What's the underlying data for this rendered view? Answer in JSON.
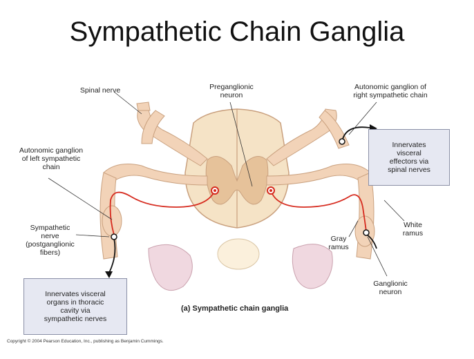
{
  "title": "Sympathetic Chain Ganglia",
  "labels": {
    "spinal_nerve": "Spinal nerve",
    "preganglionic_neuron": "Preganglionic\nneuron",
    "autonomic_ganglion_right": "Autonomic ganglion of\nright sympathetic chain",
    "autonomic_ganglion_left": "Autonomic ganglion\nof left sympathetic\nchain",
    "sympathetic_nerve": "Sympathetic\nnerve\n(postganglionic\nfibers)",
    "gray_ramus": "Gray\nramus",
    "white_ramus": "White\nramus",
    "ganglionic_neuron": "Ganglionic\nneuron"
  },
  "boxes": {
    "right_box": "Innervates\nvisceral\neffectors via\nspinal nerves",
    "left_box": "Innervates visceral\norgans in thoracic\ncavity via\nsympathetic nerves"
  },
  "caption": "(a) Sympathetic chain ganglia",
  "copyright": "Copyright © 2004 Pearson Education, Inc., publishing as Benjamin Cummings.",
  "colors": {
    "nerve": "#f2d3b8",
    "nerve_outline": "#c9a07e",
    "cord_gray": "#e6c29a",
    "cord_white": "#f5e3c6",
    "fiber_red": "#d62a1e",
    "box_fill": "#e6e8f2"
  }
}
